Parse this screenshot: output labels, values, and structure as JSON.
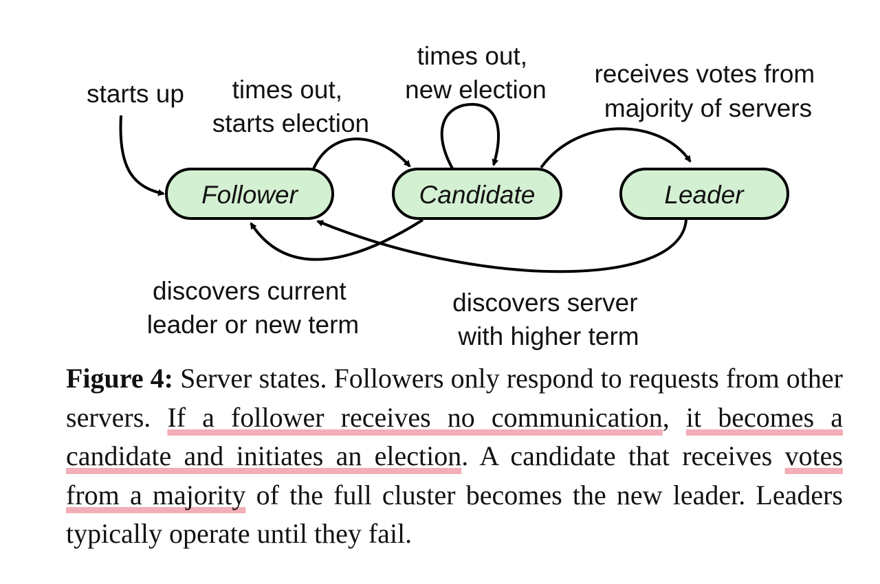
{
  "diagram": {
    "states": {
      "follower": "Follower",
      "candidate": "Candidate",
      "leader": "Leader"
    },
    "transitions": {
      "starts_up": {
        "lines": [
          "starts up"
        ]
      },
      "follower_to_candidate": {
        "lines": [
          "times out,",
          "starts election"
        ]
      },
      "candidate_self": {
        "lines": [
          "times out,",
          "new election"
        ]
      },
      "candidate_to_leader": {
        "lines": [
          "receives votes from",
          "majority of servers"
        ]
      },
      "candidate_to_follower": {
        "lines": [
          "discovers current",
          "leader or new term"
        ]
      },
      "leader_to_follower": {
        "lines": [
          "discovers server",
          "with higher term"
        ]
      }
    },
    "colors": {
      "state_fill": "#d4f0d2",
      "stroke": "#000000"
    }
  },
  "caption": {
    "figure_label": "Figure 4:",
    "segments": [
      {
        "text": " Server states. Followers only respond to requests from other servers. ",
        "highlight": false
      },
      {
        "text": "If a follower receives no communication",
        "highlight": true
      },
      {
        "text": ", ",
        "highlight": false
      },
      {
        "text": "it becomes a candidate and initiates an election",
        "highlight": true
      },
      {
        "text": ". A candidate that receives ",
        "highlight": false
      },
      {
        "text": "votes from a majority",
        "highlight": true
      },
      {
        "text": " of the full cluster becomes the new leader. Leaders typically operate until they fail.",
        "highlight": false
      }
    ],
    "highlight_color": "#f2aeb6"
  }
}
